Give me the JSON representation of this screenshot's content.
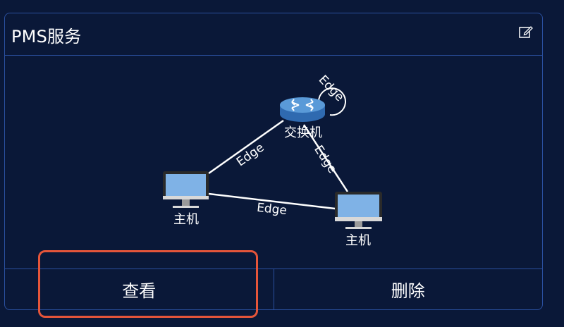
{
  "card": {
    "title": "PMS服务",
    "edit_icon": "edit-icon"
  },
  "diagram": {
    "nodes": [
      {
        "id": "switch",
        "label": "交换机",
        "icon": "router-icon"
      },
      {
        "id": "host1",
        "label": "主机",
        "icon": "desktop-monitor-icon"
      },
      {
        "id": "host2",
        "label": "主机",
        "icon": "desktop-monitor-icon"
      }
    ],
    "edges": [
      {
        "from": "switch",
        "to": "switch",
        "label": "Edge"
      },
      {
        "from": "host1",
        "to": "switch",
        "label": "Edge"
      },
      {
        "from": "switch",
        "to": "host2",
        "label": "Edge"
      },
      {
        "from": "host1",
        "to": "host2",
        "label": "Edge"
      }
    ]
  },
  "footer": {
    "view_label": "查看",
    "delete_label": "删除"
  },
  "colors": {
    "background": "#0a1838",
    "border": "#2a4f9e",
    "highlight": "#e5553a"
  }
}
